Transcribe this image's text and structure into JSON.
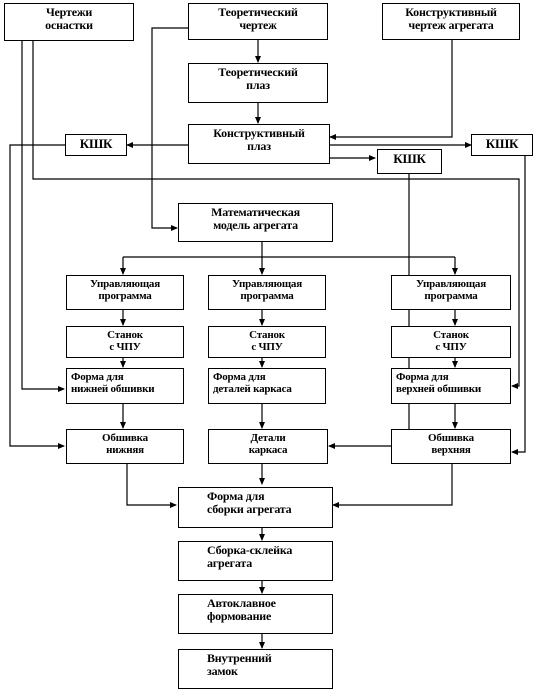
{
  "diagram": {
    "colors": {
      "line": "#000000",
      "box_border": "#000000",
      "background": "#ffffff"
    },
    "nodes": {
      "osnastka_drawings": "Чертежи\nоснастки",
      "theoretical_drawing": "Теоретический\nчертеж",
      "assembly_design_drawing": "Конструктивный\nчертеж агрегата",
      "theoretical_plaz": "Теоретический\nплаз",
      "design_plaz": "Конструктивный\nплаз",
      "kshk_left": "КШК",
      "kshk_right": "КШК",
      "kshk_middle": "КШК",
      "math_model": "Математическая\nмодель агрегата",
      "program_1": "Управляющая\nпрограмма",
      "program_2": "Управляющая\nпрограмма",
      "program_3": "Управляющая\nпрограмма",
      "machine_1": "Станок\nс ЧПУ",
      "machine_2": "Станок\nс ЧПУ",
      "machine_3": "Станок\nс ЧПУ",
      "form_lower_skin": "Форма для\nнижней обшивки",
      "form_frame_parts": "Форма для\nдеталей каркаса",
      "form_upper_skin": "Форма для\nверхней обшивки",
      "lower_skin": "Обшивка\nнижняя",
      "frame_parts": "Детали\nкаркаса",
      "upper_skin": "Обшивка\nверхняя",
      "assembly_form": "Форма для\nсборки агрегата",
      "assembly_gluing": "Сборка-склейка\nагрегата",
      "autoclave_forming": "Автоклавное\nформование",
      "inner_lock": "Внутренний\nзамок"
    }
  }
}
